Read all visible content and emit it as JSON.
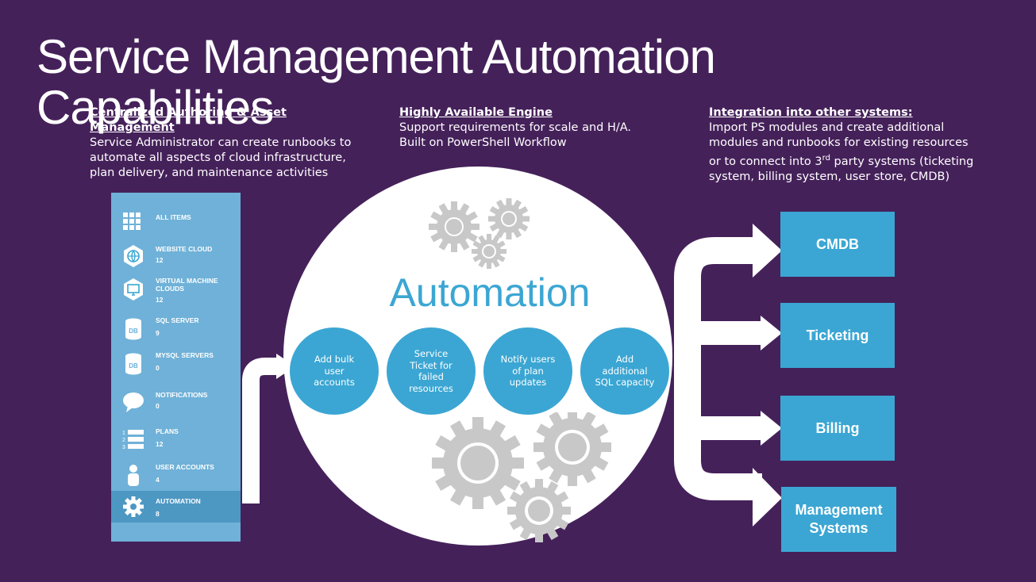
{
  "title": "Service Management Automation Capabilities",
  "columns": [
    {
      "heading": "Centralized Authoring & Asset Management",
      "body": "Service Administrator can create runbooks to automate all aspects of cloud infrastructure, plan delivery, and maintenance activities"
    },
    {
      "heading": "Highly Available Engine",
      "body": "Support requirements for scale and H/A. Built on PowerShell Workflow"
    },
    {
      "heading": "Integration into other systems:",
      "body_pre": "Import PS modules and create additional modules and runbooks for existing resources or to connect into 3",
      "body_sup": "rd",
      "body_post": " party systems (ticketing system, billing system, user store, CMDB)"
    }
  ],
  "panel": {
    "items": [
      {
        "label": "ALL ITEMS",
        "count": "",
        "icon": "grid-icon"
      },
      {
        "label": "WEBSITE CLOUD",
        "count": "12",
        "icon": "globe-icon"
      },
      {
        "label": "VIRTUAL MACHINE CLOUDS",
        "count": "12",
        "icon": "monitor-icon"
      },
      {
        "label": "SQL SERVER",
        "count": "9",
        "icon": "database-icon"
      },
      {
        "label": "MYSQL SERVERS",
        "count": "0",
        "icon": "database-icon"
      },
      {
        "label": "NOTIFICATIONS",
        "count": "0",
        "icon": "speech-bubble-icon"
      },
      {
        "label": "PLANS",
        "count": "12",
        "icon": "numbered-list-icon"
      },
      {
        "label": "USER ACCOUNTS",
        "count": "4",
        "icon": "person-icon"
      },
      {
        "label": "AUTOMATION",
        "count": "8",
        "icon": "gear-icon"
      }
    ]
  },
  "automation": {
    "title": "Automation",
    "tasks": [
      "Add bulk user accounts",
      "Service Ticket for failed resources",
      "Notify users of plan updates",
      "Add additional SQL capacity"
    ]
  },
  "targets": [
    "CMDB",
    "Ticketing",
    "Billing",
    "Management Systems"
  ],
  "colors": {
    "background": "#45215a",
    "accent": "#3ba6d3",
    "panel": "#6fb1d8",
    "gear": "#c8c8c8"
  }
}
